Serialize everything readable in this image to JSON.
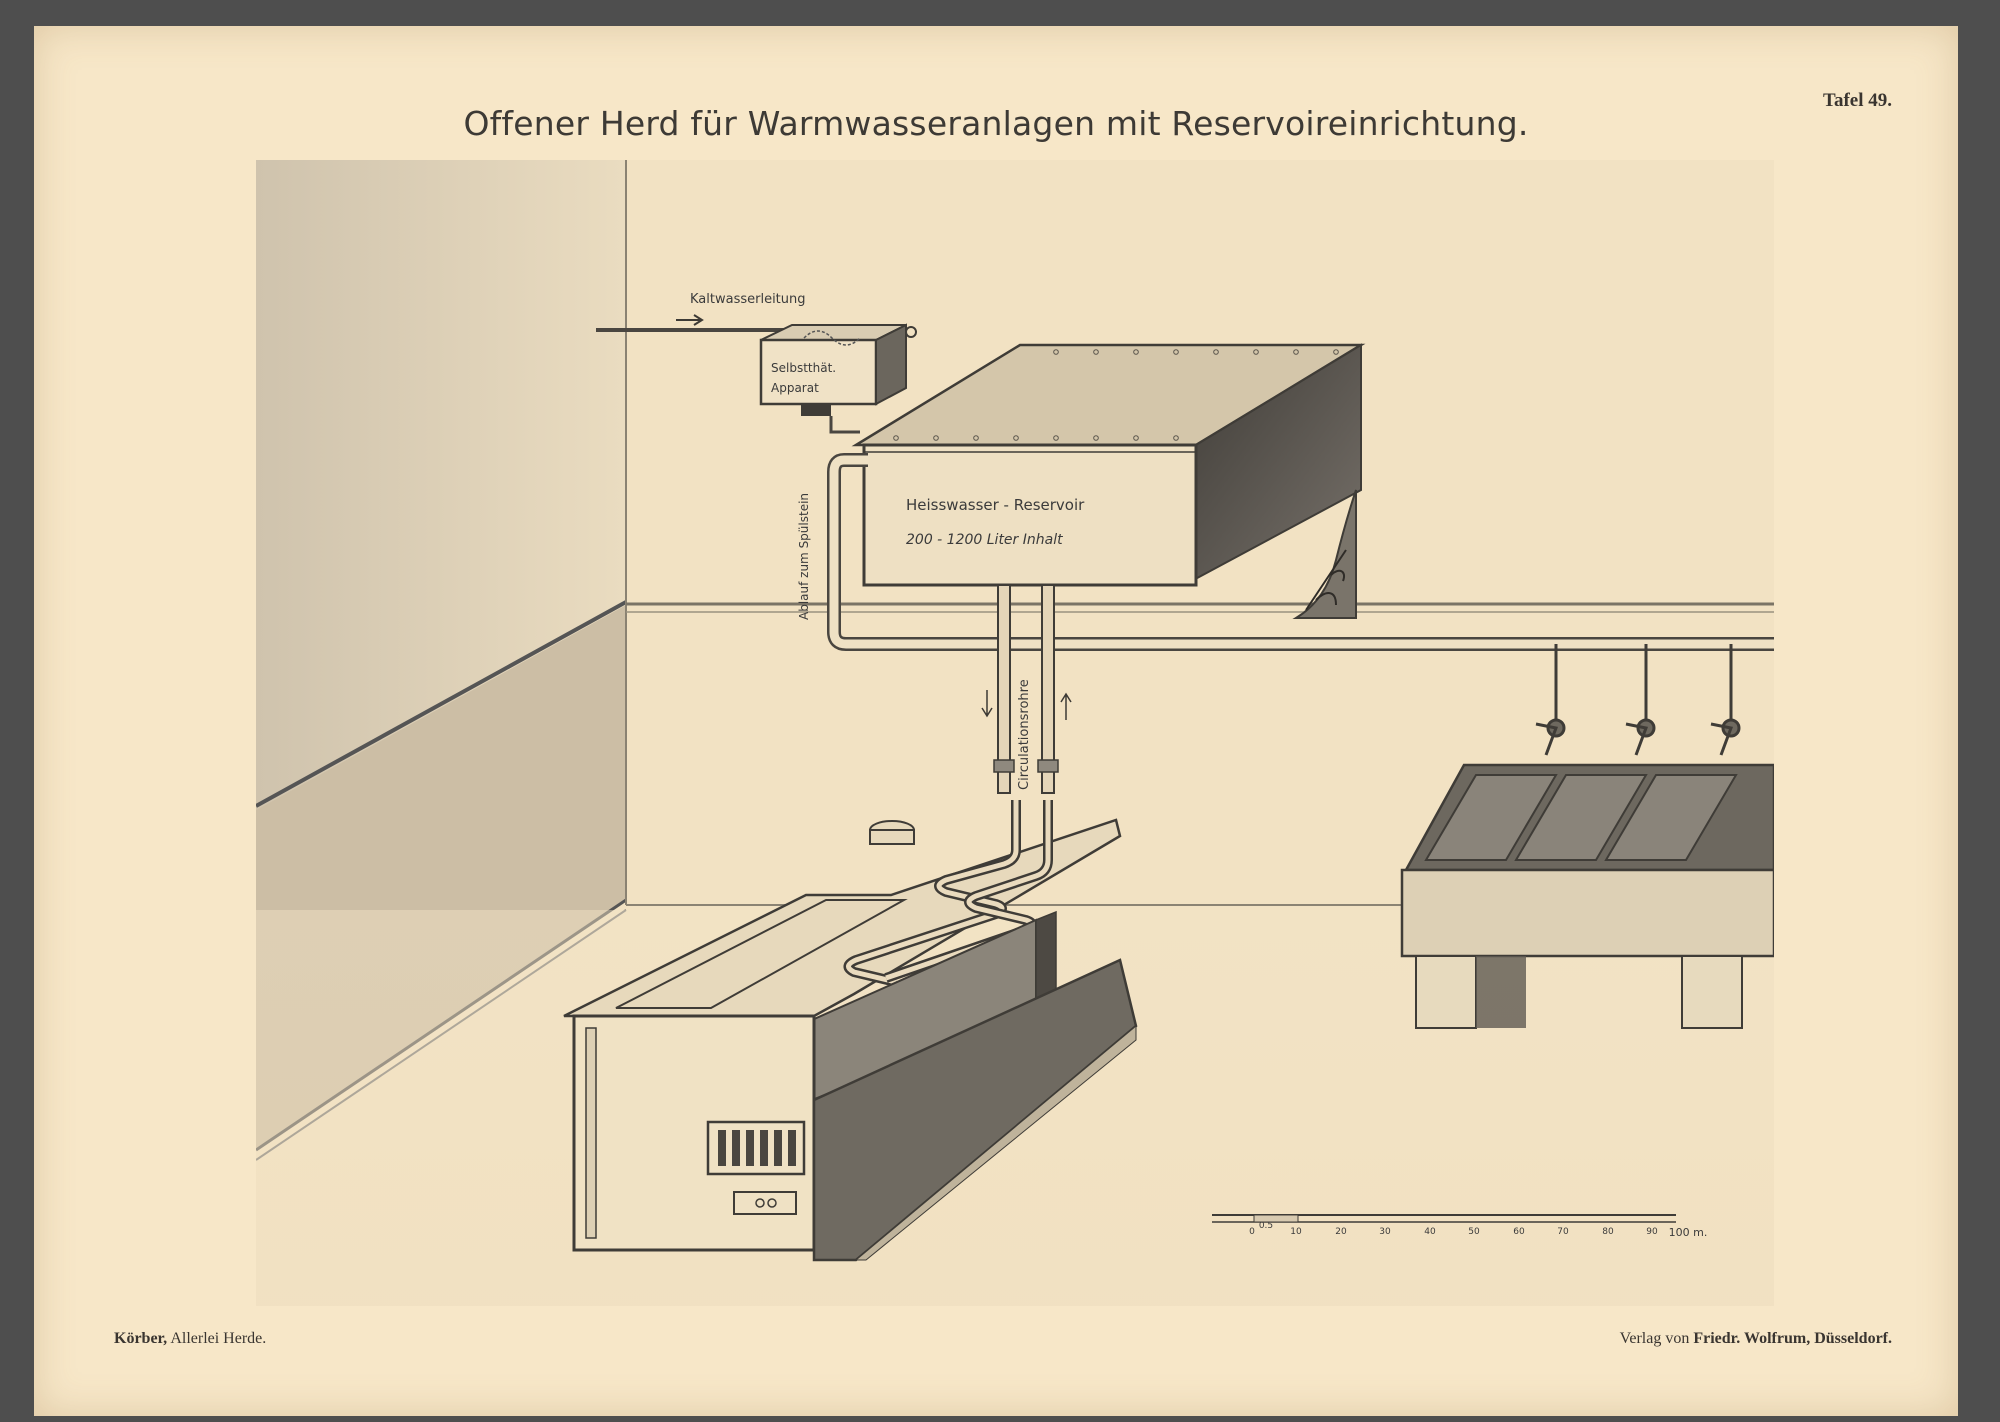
{
  "plate": {
    "title": "Offener Herd für Warmwasseranlagen mit Reservoireinrichtung.",
    "plate_number": "Tafel 49.",
    "footer_left": {
      "author": "Körber,",
      "work": "Allerlei Herde."
    },
    "footer_right": {
      "prefix": "Verlag von",
      "publisher": "Friedr. Wolfrum, Düsseldorf."
    }
  },
  "labels": {
    "cold_water_line": "Kaltwasserleitung",
    "automatic_apparatus_line1": "Selbstthät.",
    "automatic_apparatus_line2": "Apparat",
    "reservoir_name": "Heisswasser - Reservoir",
    "reservoir_capacity": "200 - 1200 Liter Inhalt",
    "drain_to_sink": "Ablauf zum Spülstein",
    "circulation_pipes": "Circulationsrohre"
  },
  "scale_bar": {
    "ticks": [
      "0",
      "0.5",
      "10",
      "20",
      "30",
      "40",
      "50",
      "60",
      "70",
      "80",
      "90",
      "100 m."
    ]
  },
  "colors": {
    "paper": "#f7e7c8",
    "ink": "#3d3a35",
    "shade": "#6a655b",
    "mat": "#4e4e4e"
  }
}
